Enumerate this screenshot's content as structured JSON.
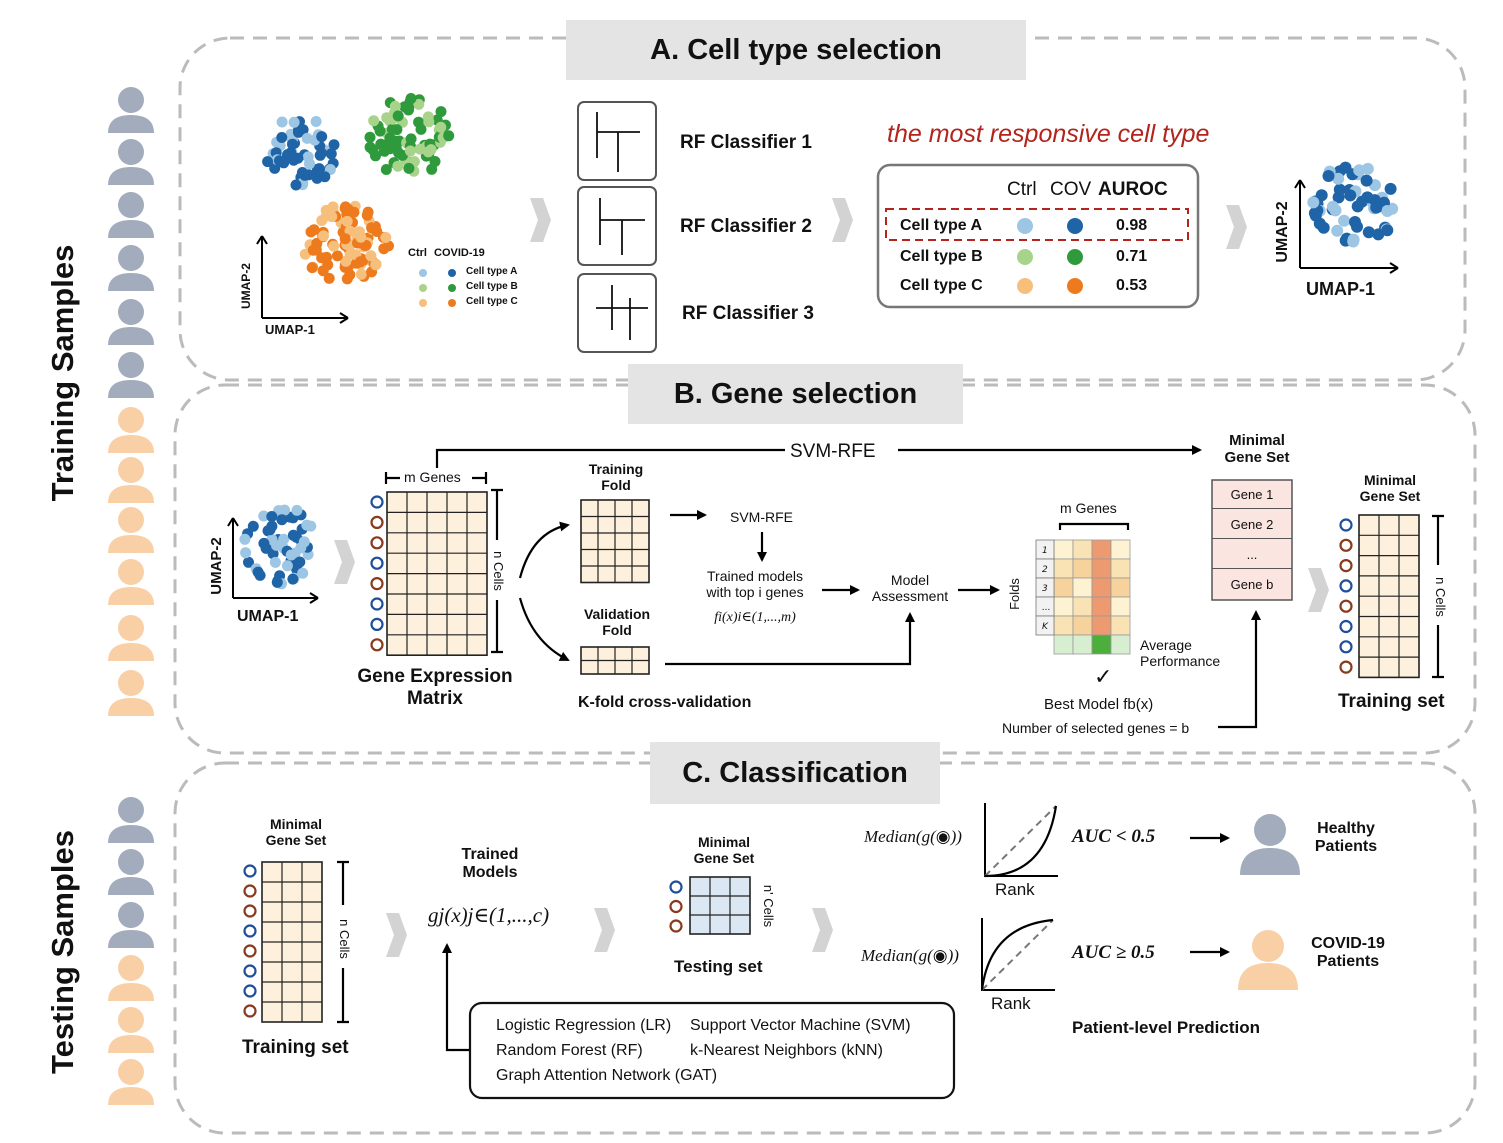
{
  "side": {
    "training": "Training Samples",
    "testing": "Testing Samples"
  },
  "panel_a": {
    "title": "A. Cell type selection",
    "umap_x": "UMAP-1",
    "umap_y": "UMAP-2",
    "legend_ctrl": "Ctrl",
    "legend_covid": "COVID-19",
    "legend_items": [
      "Cell type A",
      "Cell type B",
      "Cell type C"
    ],
    "classifiers": [
      "RF Classifier 1",
      "RF Classifier 2",
      "RF Classifier 3"
    ],
    "responsive_note": "the most responsive cell type",
    "table_headers": [
      "Ctrl",
      "COV",
      "AUROC"
    ],
    "table_rows": [
      {
        "label": "Cell type A",
        "auroc": "0.98"
      },
      {
        "label": "Cell type B",
        "auroc": "0.71"
      },
      {
        "label": "Cell type C",
        "auroc": "0.53"
      }
    ],
    "umap_x2": "UMAP-1",
    "umap_y2": "UMAP-2"
  },
  "panel_b": {
    "title": "B. Gene selection",
    "svm_rfe_top": "SVM-RFE",
    "umap_x": "UMAP-1",
    "umap_y": "UMAP-2",
    "m_genes": "m Genes",
    "n_cells": "n Cells",
    "gene_matrix_label": "Gene Expression\nMatrix",
    "training_fold": "Training\nFold",
    "validation_fold": "Validation\nFold",
    "kfold": "K-fold cross-validation",
    "svm_rfe_small": "SVM-RFE",
    "trained_models": "Trained models\nwith top i genes",
    "trained_formula": "fi(x)i∈(1,...,m)",
    "model_assessment": "Model\nAssessment",
    "m_genes_heat": "m Genes",
    "folds": "Folds",
    "fold_labels": [
      "1",
      "2",
      "3",
      "...",
      "K"
    ],
    "average_performance": "Average\nPerformance",
    "check": "✓",
    "best_model": "Best Model fb(x)",
    "num_selected": "Number of selected genes = b",
    "minimal_gene_set": "Minimal\nGene Set",
    "genes": [
      "Gene 1",
      "Gene 2",
      "...",
      "Gene b"
    ],
    "minimal_gene_set2": "Minimal\nGene Set",
    "n_cells2": "n Cells",
    "training_set": "Training set"
  },
  "panel_c": {
    "title": "C. Classification",
    "minimal_gene_set": "Minimal\nGene Set",
    "n_cells": "n Cells",
    "training_set": "Training set",
    "trained_models": "Trained\nModels",
    "gj_formula": "gj(x)j∈(1,...,c)",
    "minimal_gene_set2": "Minimal\nGene Set",
    "n_prime_cells": "n' Cells",
    "testing_set": "Testing set",
    "median_label": "Median(g(◉))",
    "rank": "Rank",
    "auc_lt": "AUC < 0.5",
    "auc_ge": "AUC ≥ 0.5",
    "healthy": "Healthy\nPatients",
    "covid": "COVID-19\nPatients",
    "patient_level": "Patient-level Prediction",
    "models": [
      "Logistic Regression (LR)",
      "Support Vector Machine (SVM)",
      "Random Forest (RF)",
      "k-Nearest Neighbors (kNN)",
      "Graph Attention Network (GAT)"
    ]
  },
  "colors": {
    "gray_person": "#a3acbc",
    "peach_person": "#f9cfa6",
    "ctrl_a": "#9cc6e4",
    "cov_a": "#1f64a6",
    "ctrl_b": "#a7d48a",
    "cov_b": "#2e9a3c",
    "ctrl_c": "#f7bf7c",
    "cov_c": "#ee7a1e",
    "grid_fill": "#fdf0dc",
    "test_fill": "#dbe8f4",
    "gene_box": "#fbe5e0",
    "red_note": "#b2241c"
  }
}
